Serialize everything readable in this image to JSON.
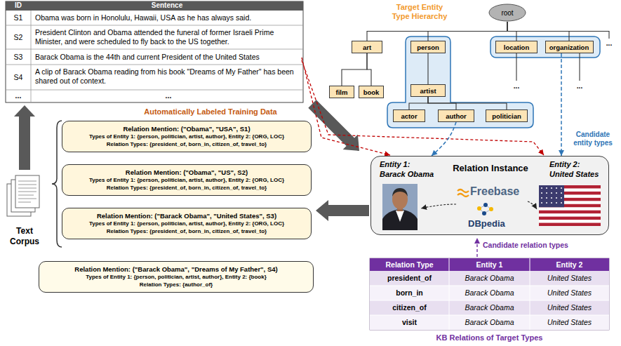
{
  "diagram": {
    "nodes": [
      {
        "text": [
          "root"
        ]
      },
      {
        "text": [
          "art"
        ]
      },
      {
        "text": [
          "person"
        ]
      },
      {
        "text": [
          "location"
        ]
      },
      {
        "text": [
          "organization"
        ]
      },
      {
        "text": [
          "film"
        ]
      },
      {
        "text": [
          "book"
        ]
      },
      {
        "text": [
          "artist"
        ]
      },
      {
        "text": [
          "actor"
        ]
      },
      {
        "text": [
          "author"
        ]
      },
      {
        "text": [
          "politician"
        ]
      },
      {
        "text": [
          "Relation Instance",
          "Entity 1:",
          "Barack Obama",
          "Entity 2:",
          "United States"
        ]
      },
      {
        "text": [
          "Relation Mention: (\"Obama\", \"USA\", S1)",
          "Types of Entity 1: {person, politician, artist, author}, Entity 2: {ORG, LOC}",
          "Relation Types: {president_of, born_in, citizen_of, travel_to}"
        ]
      },
      {
        "text": [
          "Relation Mention: (\"Obama\", \"US\", S2)",
          "Types of Entity 1: {person, politician, artist, author}, Entity 2: {ORG, LOC}",
          "Relation Types: {president_of, born_in, citizen_of, travel_to}"
        ]
      },
      {
        "text": [
          "Relation Mention: (\"Barack Obama\", \"United States\", S3)",
          "Types of Entity 1: {person, politician, artist, author}, Entity 2: {ORG, LOC}",
          "Relation Types: {president_of, born_in, citizen_of, travel_to}"
        ]
      },
      {
        "text": [
          "Relation Mention: (\"Barack Obama\", \"Dreams of My Father\", S4)",
          "Types of Entity 1: {person, politician, artist, author}, Entity 2: {book}",
          "Relation Types: {author_of}"
        ]
      }
    ],
    "edges": [
      {
        "from": 0,
        "to": 1,
        "arrow": "none"
      },
      {
        "from": 0,
        "to": 2,
        "arrow": "none"
      },
      {
        "from": 0,
        "to": 3,
        "arrow": "none"
      },
      {
        "from": 0,
        "to": 4,
        "arrow": "none"
      },
      {
        "from": 1,
        "to": 5,
        "arrow": "none"
      },
      {
        "from": 1,
        "to": 6,
        "arrow": "none"
      },
      {
        "from": 2,
        "to": 7,
        "arrow": "none"
      },
      {
        "from": 7,
        "to": 8,
        "arrow": "none"
      },
      {
        "from": 7,
        "to": 9,
        "arrow": "none"
      },
      {
        "from": 7,
        "to": 10,
        "arrow": "none"
      },
      {
        "from": 9,
        "to": 11,
        "arrow": "to"
      },
      {
        "from": 4,
        "to": 11,
        "arrow": "to"
      }
    ],
    "labels": [
      "ID",
      "Sentence",
      "S1",
      "Obama was born in Honolulu, Hawaii, USA as he has always said.",
      "S2",
      "President Clinton and Obama attended the funeral of former Israeli Prime Minister, and were scheduled to fly back to the US together.",
      "S3",
      "Barack Obama is the 44th and current President of the United States",
      "S4",
      "A clip of Barack Obama reading from his book \"Dreams of My Father\" has been shared out of context.",
      "...",
      "...",
      "Target Entity Type Hierarchy",
      "...",
      "...",
      "...",
      "Candidate entity types",
      "Automatically Labeled Training Data",
      "Text Corpus",
      "Freebase",
      "DBpedia",
      "Candidate relation types",
      "Relation Type",
      "Entity 1",
      "Entity 2",
      "president_of",
      "Barack Obama",
      "United States",
      "born_in",
      "Barack Obama",
      "United States",
      "citizen_of",
      "Barack Obama",
      "United States",
      "visit",
      "Barack Obama",
      "United States",
      "KB Relations of Target Types"
    ]
  }
}
